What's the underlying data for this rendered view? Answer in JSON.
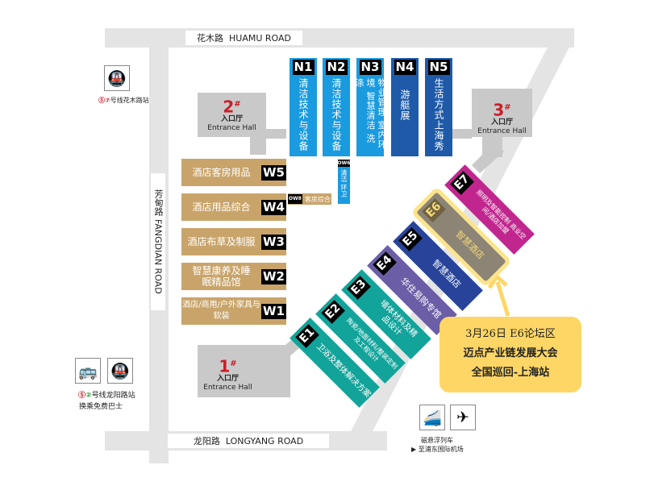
{
  "roads": {
    "top": {
      "cn": "花木路",
      "en": "HUAMU ROAD"
    },
    "left": {
      "cn": "芳甸路",
      "en": "FANGDIAN ROAD"
    },
    "bottom": {
      "cn": "龙阳路",
      "en": "LONGYANG ROAD"
    }
  },
  "entrances": [
    {
      "num": "2",
      "sup": "#",
      "cn": "入口厅",
      "en": "Entrance Hall"
    },
    {
      "num": "3",
      "sup": "#",
      "cn": "入口厅",
      "en": "Entrance Hall"
    },
    {
      "num": "1",
      "sup": "#",
      "cn": "入口厅",
      "en": "Entrance Hall"
    }
  ],
  "north_halls": [
    {
      "id": "N1",
      "name": "清洁技术与设备"
    },
    {
      "id": "N2",
      "name": "清洁技术与设备"
    },
    {
      "id": "N3",
      "name": "物业管理 室内环境 智慧清洁 洗涤"
    },
    {
      "id": "N4",
      "name": "游艇展"
    },
    {
      "id": "N5",
      "name": "生活方式上海秀"
    }
  ],
  "ow6": {
    "id": "OW6",
    "name": "清洁 环卫"
  },
  "ow8": {
    "id": "OW8",
    "name": "客房综合"
  },
  "west_halls": [
    {
      "id": "W5",
      "name": "酒店客房用品"
    },
    {
      "id": "W4",
      "name": "酒店用品综合"
    },
    {
      "id": "W3",
      "name": "酒店布草及制服"
    },
    {
      "id": "W2",
      "name": "智慧康养及睡眠精品馆"
    },
    {
      "id": "W1",
      "name": "酒店/商用/户外家具与软装"
    }
  ],
  "east_halls": [
    {
      "id": "E1",
      "name": "卫浴及整体解决方案",
      "color": "#12a39a"
    },
    {
      "id": "E2",
      "name": "陶瓷/地面材料/整装定制及工程设计",
      "color": "#12a39a"
    },
    {
      "id": "E3",
      "name": "墙体材料及精品设计",
      "color": "#12a39a"
    },
    {
      "id": "E4",
      "name": "华住易购专馆",
      "color": "#6b5da6"
    },
    {
      "id": "E5",
      "name": "智慧酒店",
      "color": "#27449a"
    },
    {
      "id": "E6",
      "name": "智慧酒店",
      "color": "#8c8474"
    },
    {
      "id": "E7",
      "name": "照明及智能控制 商业空间/酒店加盟",
      "color": "#c0268e"
    }
  ],
  "transit": {
    "huamu": "号线花木路站",
    "longyang": "号线龙阳路站",
    "bus": "换乘免费巴士",
    "maglev": "磁悬浮列车",
    "airport": "至浦东国际机场"
  },
  "callout": [
    "3月26日  E6论坛区",
    "迈点产业链发展大会",
    "全国巡回-上海站"
  ],
  "colors": {
    "north_light": "#1a9be0",
    "north_dark": "#1f5aa8",
    "west": "#c9a46a",
    "callout": "#fdd666"
  }
}
